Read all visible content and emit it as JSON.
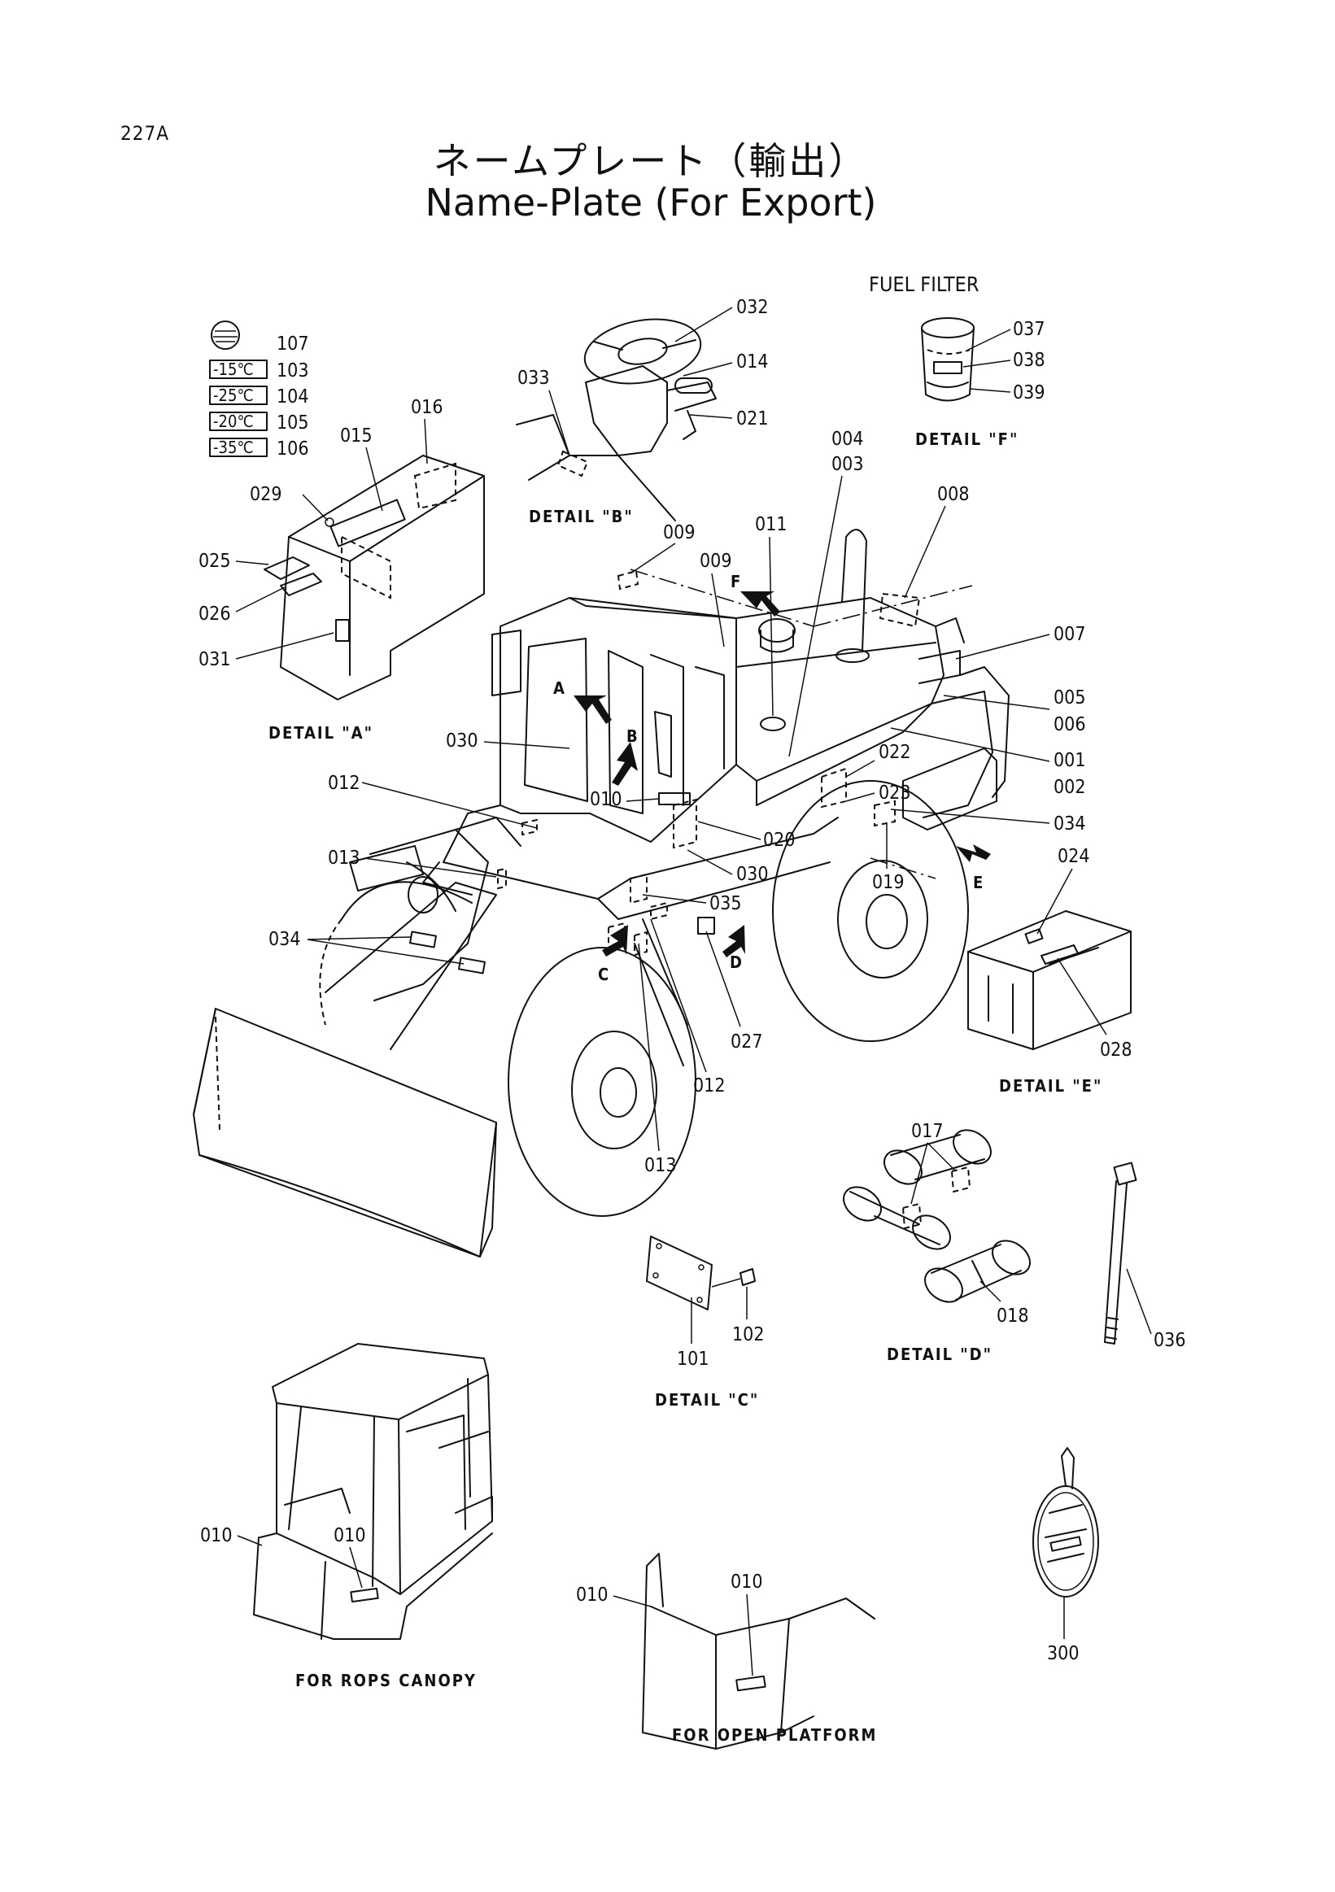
{
  "header": {
    "page_number": "227A",
    "title_jp": "ネームプレート（輸出）",
    "title_en": "Name-Plate (For Export)"
  },
  "captions": {
    "fuel_filter": "FUEL FILTER",
    "detail_a": "DETAIL \"A\"",
    "detail_b": "DETAIL \"B\"",
    "detail_c": "DETAIL \"C\"",
    "detail_d": "DETAIL \"D\"",
    "detail_e": "DETAIL \"E\"",
    "detail_f": "DETAIL \"F\"",
    "rops": "FOR ROPS CANOPY",
    "open_platform": "FOR OPEN PLATFORM"
  },
  "temperature_plates": [
    {
      "text": "",
      "part": "107"
    },
    {
      "text": "-15℃",
      "part": "103"
    },
    {
      "text": "-25℃",
      "part": "104"
    },
    {
      "text": "-20℃",
      "part": "105"
    },
    {
      "text": "-35℃",
      "part": "106"
    }
  ],
  "arrow_letters": [
    "A",
    "B",
    "C",
    "D",
    "E",
    "F"
  ],
  "part_labels": {
    "p001": "001",
    "p002": "002",
    "p003": "003",
    "p004": "004",
    "p005": "005",
    "p006": "006",
    "p007": "007",
    "p008": "008",
    "p009a": "009",
    "p009b": "009",
    "p010a": "010",
    "p010b": "010",
    "p010c": "010",
    "p010d": "010",
    "p010e": "010",
    "p011": "011",
    "p012a": "012",
    "p012b": "012",
    "p013a": "013",
    "p013b": "013",
    "p014": "014",
    "p015": "015",
    "p016": "016",
    "p017": "017",
    "p018": "018",
    "p019": "019",
    "p020": "020",
    "p021": "021",
    "p022": "022",
    "p023": "023",
    "p024": "024",
    "p025": "025",
    "p026": "026",
    "p027": "027",
    "p028": "028",
    "p029": "029",
    "p030a": "030",
    "p030b": "030",
    "p031": "031",
    "p032": "032",
    "p033": "033",
    "p034a": "034",
    "p034b": "034",
    "p035": "035",
    "p036": "036",
    "p037": "037",
    "p038": "038",
    "p039": "039",
    "p101": "101",
    "p102": "102",
    "p300": "300"
  }
}
